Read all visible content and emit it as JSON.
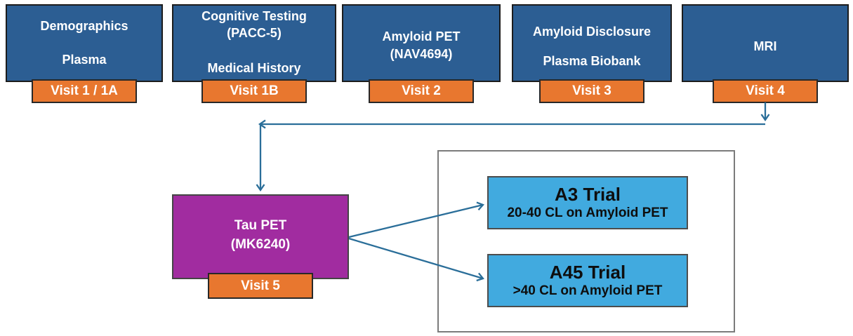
{
  "diagram": {
    "visit_boxes": [
      {
        "lines": [
          "Demographics",
          "Plasma"
        ],
        "badge": "Visit 1 / 1A"
      },
      {
        "lines": [
          "Cognitive Testing",
          "(PACC-5)",
          "Medical History"
        ],
        "badge": "Visit 1B"
      },
      {
        "lines": [
          "Amyloid PET",
          "(NAV4694)"
        ],
        "badge": "Visit 2"
      },
      {
        "lines": [
          "Amyloid Disclosure",
          "Plasma Biobank"
        ],
        "badge": "Visit 3"
      },
      {
        "lines": [
          "MRI"
        ],
        "badge": "Visit 4"
      }
    ],
    "tau_box": {
      "lines": [
        "Tau PET",
        "(MK6240)"
      ],
      "badge": "Visit 5"
    },
    "trial_boxes": [
      {
        "title": "A3 Trial",
        "subtitle": "20-40 CL on Amyloid PET"
      },
      {
        "title": "A45 Trial",
        "subtitle": ">40 CL on Amyloid PET"
      }
    ],
    "colors": {
      "visit_box_fill": "#2C5E93",
      "badge_fill": "#E8772F",
      "tau_fill": "#A12CA0",
      "trial_fill": "#41AADF",
      "arrow": "#2A6E99",
      "container_border": "#7b7b7b"
    }
  }
}
